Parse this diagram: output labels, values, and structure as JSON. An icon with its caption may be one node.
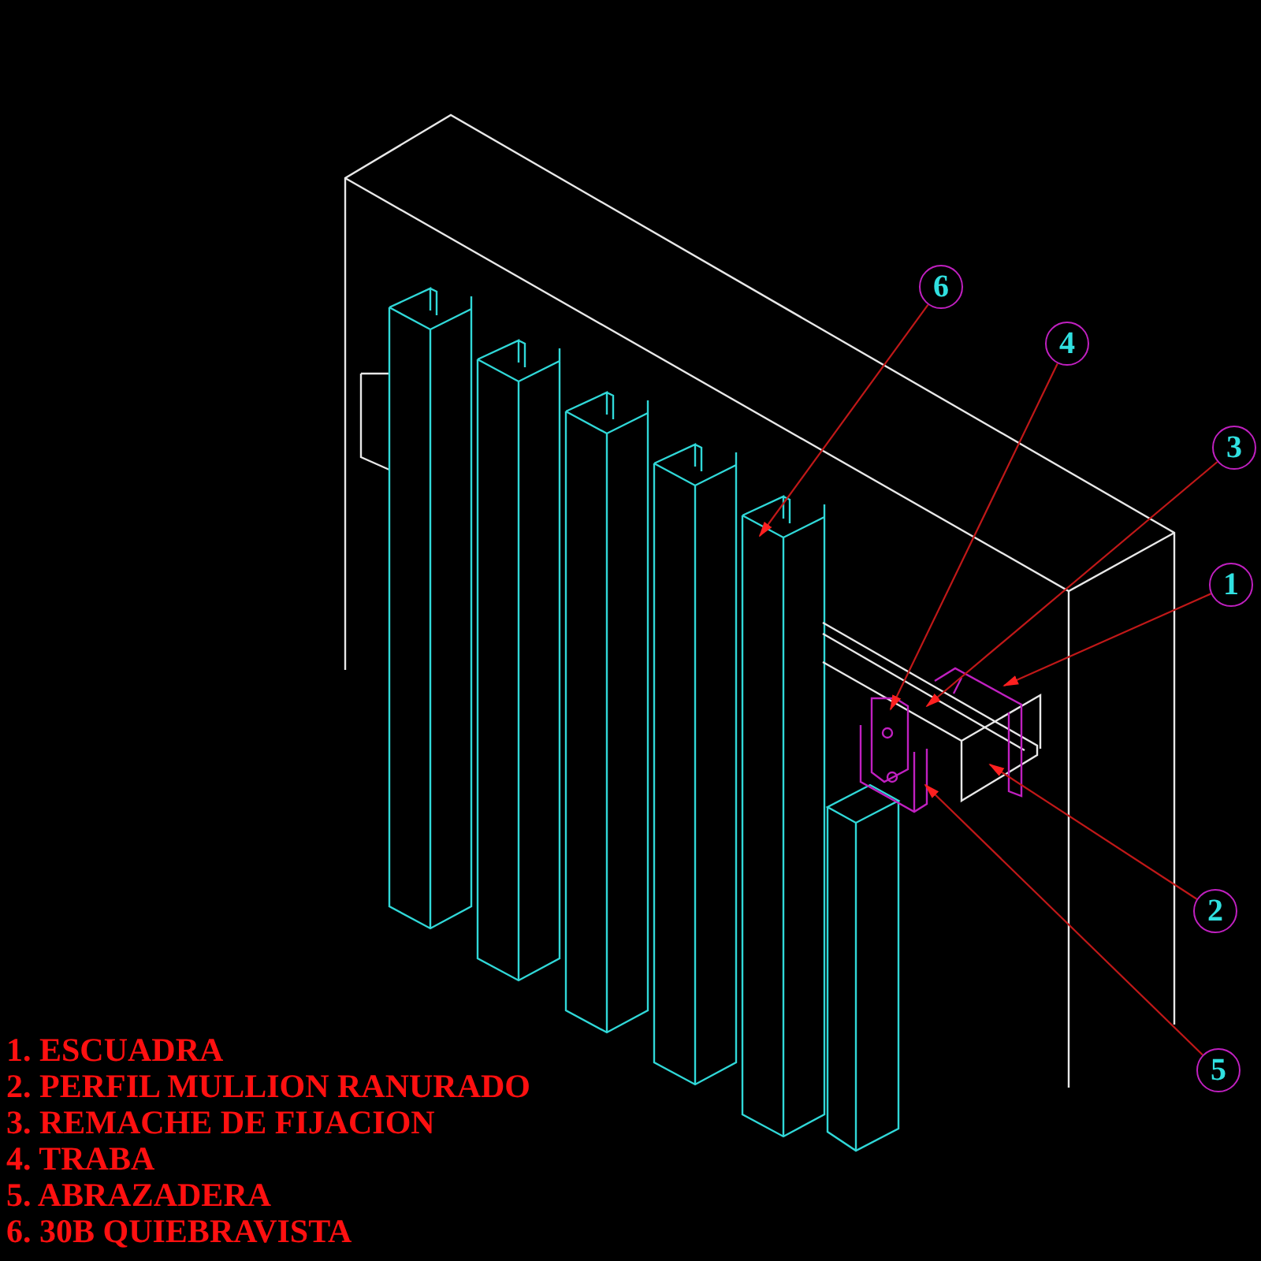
{
  "diagram": {
    "nodes": [
      {
        "text": [
          "6"
        ]
      },
      {
        "text": [
          "4"
        ]
      },
      {
        "text": [
          "3"
        ]
      },
      {
        "text": [
          "1"
        ]
      },
      {
        "text": [
          "2"
        ]
      },
      {
        "text": [
          "5"
        ]
      }
    ],
    "edges": [
      {
        "from": 0,
        "to": null,
        "arrow": "to"
      },
      {
        "from": 1,
        "to": null,
        "arrow": "to"
      },
      {
        "from": 2,
        "to": null,
        "arrow": "to"
      },
      {
        "from": 3,
        "to": null,
        "arrow": "to"
      },
      {
        "from": 4,
        "to": null,
        "arrow": "to"
      },
      {
        "from": 5,
        "to": null,
        "arrow": "to"
      }
    ],
    "labels": [
      "1. ESCUADRA",
      "2. PERFIL MULLION RANURADO",
      "3. REMACHE DE FIJACION",
      "4. TRABA",
      "5. ABRAZADERA",
      "6. 30B QUIEBRAVISTA"
    ]
  }
}
